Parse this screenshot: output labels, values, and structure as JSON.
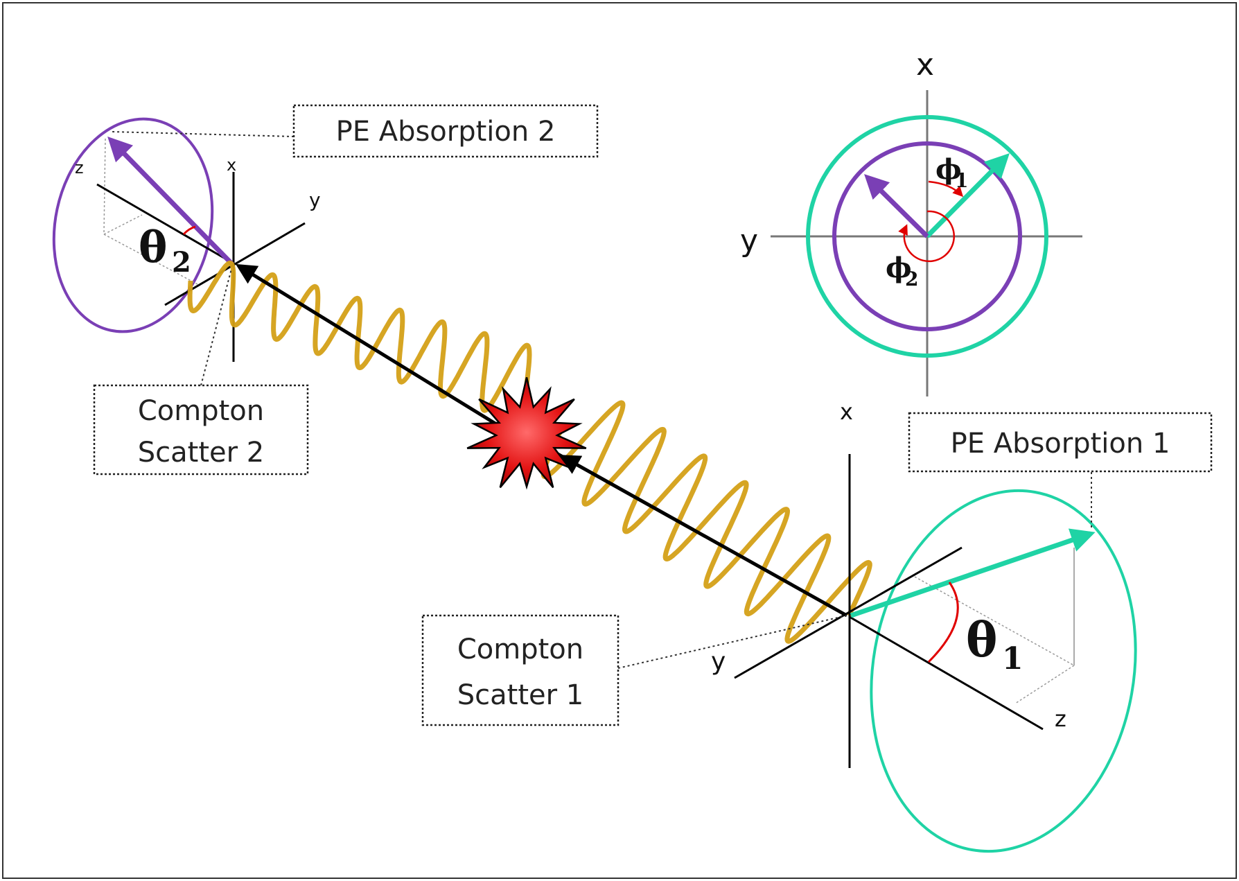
{
  "labels": {
    "pe_absorption_2": "PE Absorption 2",
    "pe_absorption_1": "PE Absorption 1",
    "compton_scatter_2_line1": "Compton",
    "compton_scatter_2_line2": "Scatter 2",
    "compton_scatter_1_line1": "Compton",
    "compton_scatter_1_line2": "Scatter 1"
  },
  "axes": {
    "left": {
      "x": "x",
      "y": "y",
      "z": "z"
    },
    "right": {
      "x": "x",
      "y": "y",
      "z": "z"
    },
    "inset": {
      "x": "x",
      "y": "y"
    }
  },
  "angles": {
    "theta1": {
      "symbol": "θ",
      "sub": "1"
    },
    "theta2": {
      "symbol": "θ",
      "sub": "2"
    },
    "phi1": {
      "symbol": "ϕ",
      "sub": "1"
    },
    "phi2": {
      "symbol": "ϕ",
      "sub": "2"
    }
  },
  "colors": {
    "teal": "#1fd3a5",
    "purple": "#7a3fb5",
    "wave": "#d4a017",
    "red": "#e00000",
    "burst": "#e31414"
  }
}
